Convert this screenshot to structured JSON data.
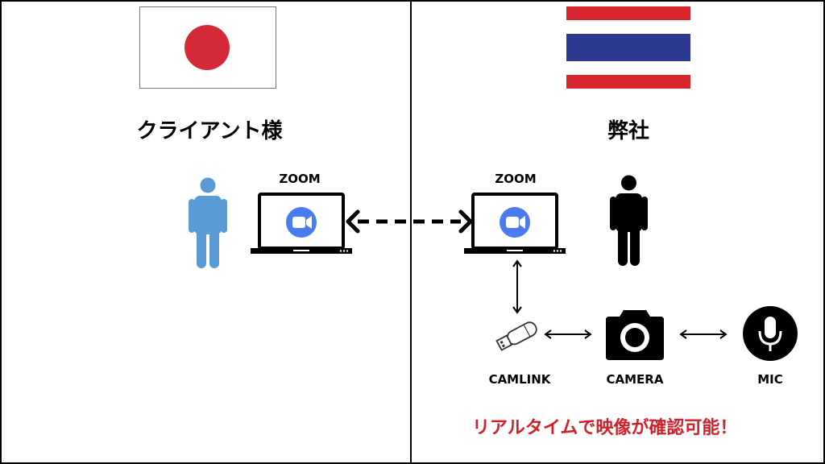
{
  "left": {
    "heading": "クライアント様",
    "flag": "japan-flag",
    "laptop_label": "ZOOM",
    "person_color": "#5b9bd5"
  },
  "right": {
    "heading": "弊社",
    "flag": "thailand-flag",
    "laptop_label": "ZOOM",
    "person_color": "#000000",
    "devices": [
      {
        "id": "camlink",
        "label": "CAMLINK",
        "icon": "usb-dongle-icon"
      },
      {
        "id": "camera",
        "label": "CAMERA",
        "icon": "camera-icon"
      },
      {
        "id": "mic",
        "label": "MIC",
        "icon": "microphone-icon"
      }
    ]
  },
  "tagline": "リアルタイムで映像が確認可能！",
  "colors": {
    "japan_red": "#d42a37",
    "thai_red": "#d9262f",
    "thai_blue": "#2b3990",
    "zoom_blue": "#4a7cf0",
    "tagline_red": "#d0202a"
  }
}
